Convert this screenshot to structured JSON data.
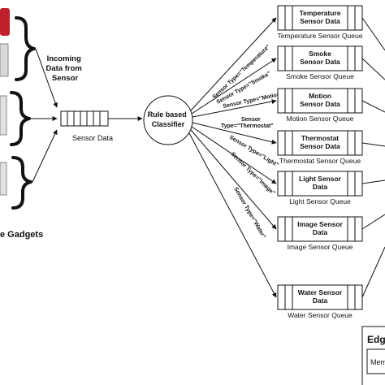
{
  "incoming": {
    "label_lines": [
      "Incoming",
      "Data from",
      "Sensor"
    ]
  },
  "input_queue": {
    "label": "Sensor Data"
  },
  "classifier": {
    "label_lines": [
      "Rule based",
      "Classifier"
    ]
  },
  "gadgets_label": "e Gadgets",
  "branches": [
    {
      "type_lines": [
        "Sensor Type=\"Temperature\""
      ],
      "box_lines": [
        "Temperature",
        "Sensor Data"
      ],
      "queue_label": "Temperature Sensor Queue"
    },
    {
      "type_lines": [
        "Sensor Type=\"Smoke\""
      ],
      "box_lines": [
        "Smoke",
        "Sensor Data"
      ],
      "queue_label": "Smoke Sensor Queue"
    },
    {
      "type_lines": [
        "Sensor Type=\"Motion\""
      ],
      "box_lines": [
        "Motion",
        "Sensor Data"
      ],
      "queue_label": "Motion Sensor Queue"
    },
    {
      "type_lines": [
        "Sensor",
        "Type=\"Thermostat\""
      ],
      "box_lines": [
        "Thermostat",
        "Sensor Data"
      ],
      "queue_label": "Thermostat Sensor Queue"
    },
    {
      "type_lines": [
        "Sensor Type=\"Light\""
      ],
      "box_lines": [
        "Light Sensor",
        "Data"
      ],
      "queue_label": "Light Sensor Queue"
    },
    {
      "type_lines": [
        "Sensor Type=\"Image\""
      ],
      "box_lines": [
        "Image Sensor",
        "Data"
      ],
      "queue_label": "Image Sensor Queue"
    },
    {
      "type_lines": [
        "Sensor Type=\"Water\""
      ],
      "box_lines": [
        "Water Sensor",
        "Data"
      ],
      "queue_label": "Water Sensor Queue"
    }
  ],
  "edge_box": {
    "title": "Edg",
    "inner_label": "Mem"
  }
}
